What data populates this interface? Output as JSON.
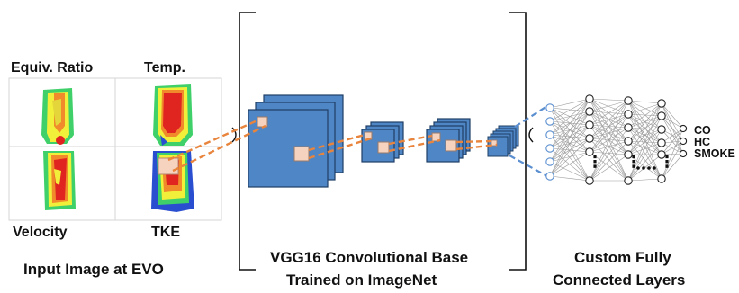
{
  "input": {
    "labels": {
      "equiv_ratio": "Equiv. Ratio",
      "temp": "Temp.",
      "velocity": "Velocity",
      "tke": "TKE"
    },
    "caption": "Input Image at EVO"
  },
  "conv_base": {
    "caption_line1": "VGG16 Convolutional Base",
    "caption_line2": "Trained on ImageNet"
  },
  "fully_connected": {
    "caption_line1": "Custom Fully",
    "caption_line2": "Connected Layers",
    "outputs": [
      "CO",
      "HC",
      "SMOKE"
    ],
    "ellipsis": "⋮"
  },
  "colors": {
    "block_fill": "#4f86c6",
    "block_stroke": "#1f3f66",
    "patch_fill": "#f6d3bf",
    "connector_orange": "#e8843c",
    "connector_blue": "#5b8fd0",
    "edge_gray": "#9a9a9a"
  }
}
